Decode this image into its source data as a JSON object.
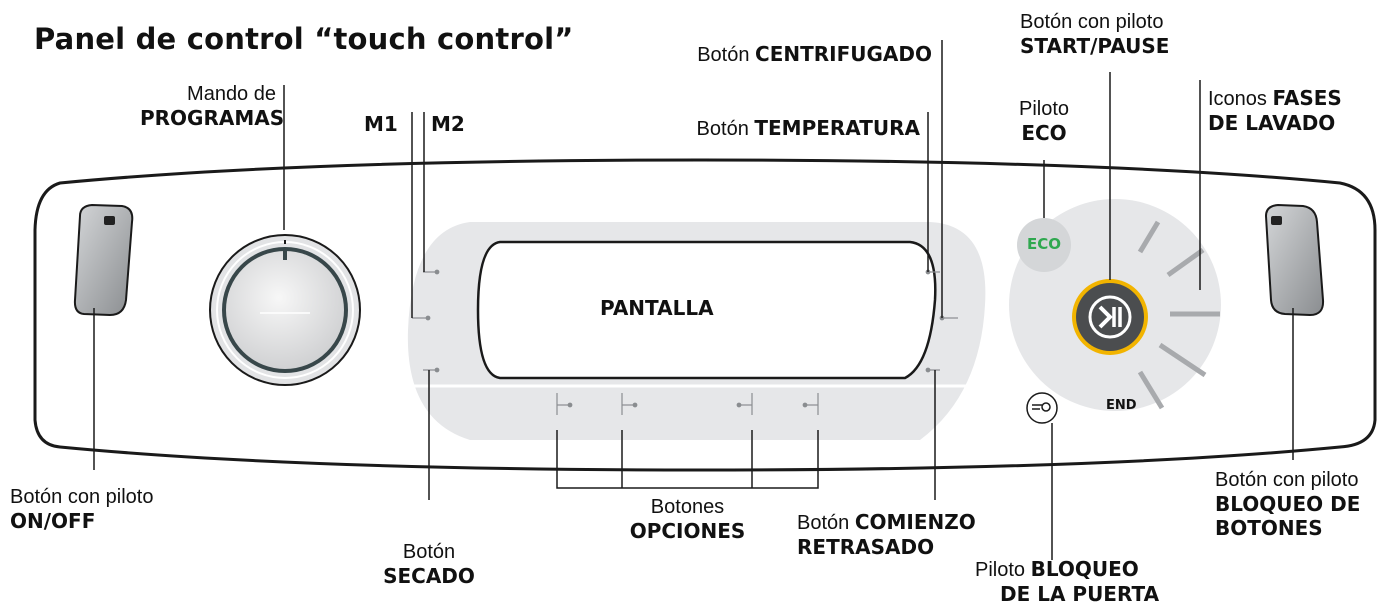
{
  "title": "Panel de control “touch control”",
  "display_text": "PANTALLA",
  "eco_icon_text": "ECO",
  "end_text": "END",
  "labels": {
    "programas": {
      "line1": "Mando de",
      "line2": "PROGRAMAS"
    },
    "m1": "M1",
    "m2": "M2",
    "centrifugado": {
      "prefix": "Botón",
      "bold": "CENTRIFUGADO"
    },
    "temperatura": {
      "prefix": "Botón",
      "bold": "TEMPERATURA"
    },
    "start": {
      "line1": "Botón con piloto",
      "line2": "START/PAUSE"
    },
    "eco": {
      "line1": "Piloto",
      "line2": "ECO"
    },
    "fases": {
      "prefix": "Iconos",
      "bold1": "FASES",
      "bold2": "DE LAVADO"
    },
    "onoff": {
      "line1": "Botón con piloto",
      "line2": "ON/OFF"
    },
    "secado": {
      "line1": "Botón",
      "line2": "SECADO"
    },
    "opciones": {
      "line1": "Botones",
      "line2": "OPCIONES"
    },
    "comienzo": {
      "prefix": "Botón",
      "bold1": "COMIENZO",
      "bold2": "RETRASADO"
    },
    "puerta": {
      "prefix": "Piloto",
      "bold1": "BLOQUEO",
      "bold2": "DE LA PUERTA"
    },
    "bloqueo_botones": {
      "line1": "Botón con piloto",
      "line2": "BLOQUEO DE",
      "line3": "BOTONES"
    }
  },
  "colors": {
    "accent_ring": "#f2b400",
    "eco_green": "#2fa84f",
    "panel_gray": "#e6e7e9"
  }
}
